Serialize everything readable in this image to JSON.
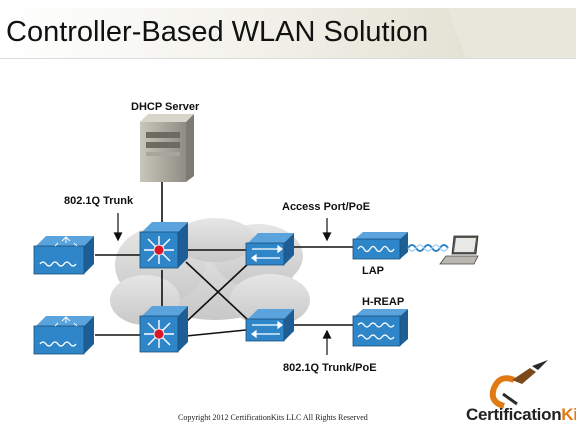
{
  "title": "Controller-Based WLAN Solution",
  "labels": {
    "dhcp_server": "DHCP Server",
    "trunk_left": "802.1Q Trunk",
    "access_port": "Access Port/PoE",
    "lap": "LAP",
    "hreap": "H-REAP",
    "trunk_poe": "802.1Q Trunk/PoE"
  },
  "footer": "Copyright 2012 CertificationKits LLC   All Rights Reserved",
  "logo": {
    "text_main": "Certification",
    "text_accent": "Kits"
  },
  "colors": {
    "device_blue": "#2e86c8",
    "device_dark": "#1d5f94",
    "header_band": "#e8e6da",
    "cloud": "#d4d4d4",
    "logo_orange": "#e07b14"
  },
  "icons": [
    "server-icon",
    "multilayer-switch-icon",
    "workgroup-switch-icon",
    "wlan-controller-icon",
    "access-point-icon",
    "laptop-icon",
    "cloud-icon"
  ]
}
